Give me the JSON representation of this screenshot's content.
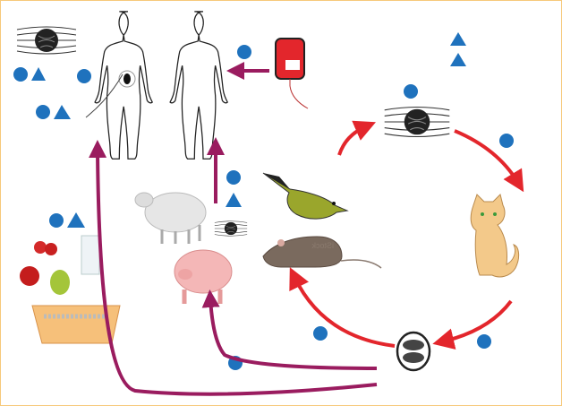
{
  "title": "",
  "colors": {
    "marker": "#1f72bd",
    "cycle_arrow": "#e3262c",
    "transmission_arrow": "#9a1c5f",
    "border": "#f7c97a"
  },
  "watermark": "iStock",
  "nodes": [
    "tissue-cyst",
    "human-pregnant",
    "human-recipient",
    "blood-bag",
    "tissue-cyst-cycle",
    "cat",
    "oocyst",
    "bird",
    "rat",
    "sheep",
    "pig",
    "food-water"
  ]
}
